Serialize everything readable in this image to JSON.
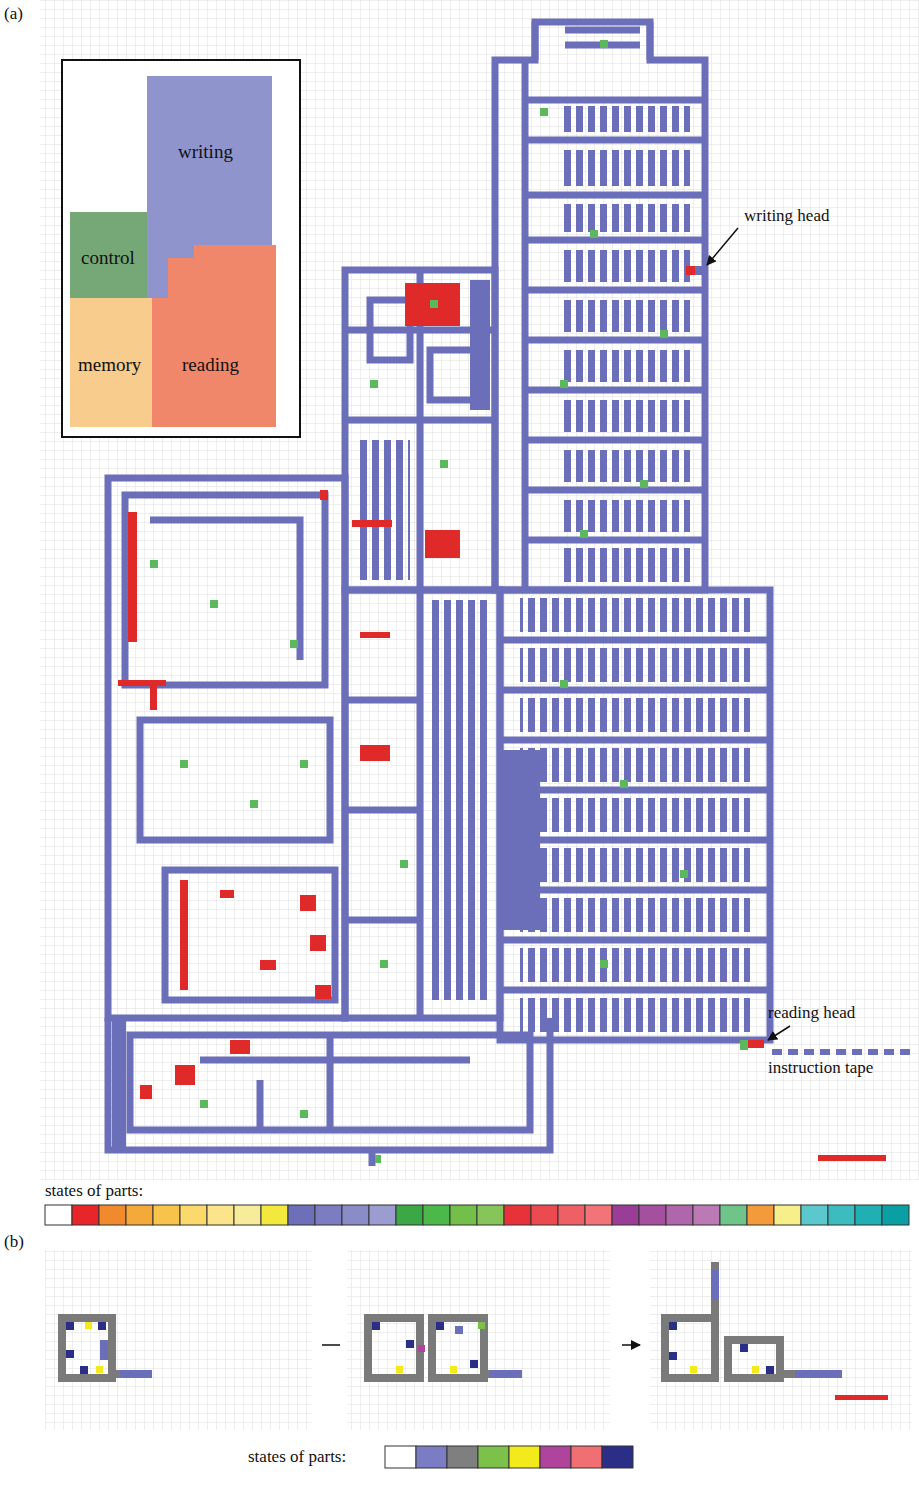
{
  "diagram": {
    "nodes": [
      {
        "text": [
          "writing"
        ]
      },
      {
        "text": [
          "control"
        ]
      },
      {
        "text": [
          "memory"
        ]
      },
      {
        "text": [
          "reading"
        ]
      }
    ],
    "labels": [
      "(a)",
      "writing head",
      "reading head",
      "instruction tape",
      "states of parts:",
      "(b)",
      "states of parts:"
    ]
  }
}
